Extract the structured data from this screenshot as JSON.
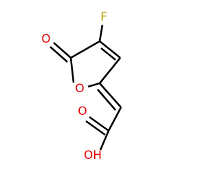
{
  "molecule": {
    "atoms": {
      "fluorine": {
        "symbol": "F",
        "color": "#b8a000"
      },
      "carbonyl_oxygen": {
        "symbol": "O",
        "color": "#e60000"
      },
      "ring_oxygen": {
        "symbol": "O",
        "color": "#e60000"
      },
      "acid_carbonyl_oxygen": {
        "symbol": "O",
        "color": "#e60000"
      },
      "hydroxyl": {
        "symbol": "OH",
        "color": "#e60000"
      }
    },
    "bond_color": "#000000"
  }
}
